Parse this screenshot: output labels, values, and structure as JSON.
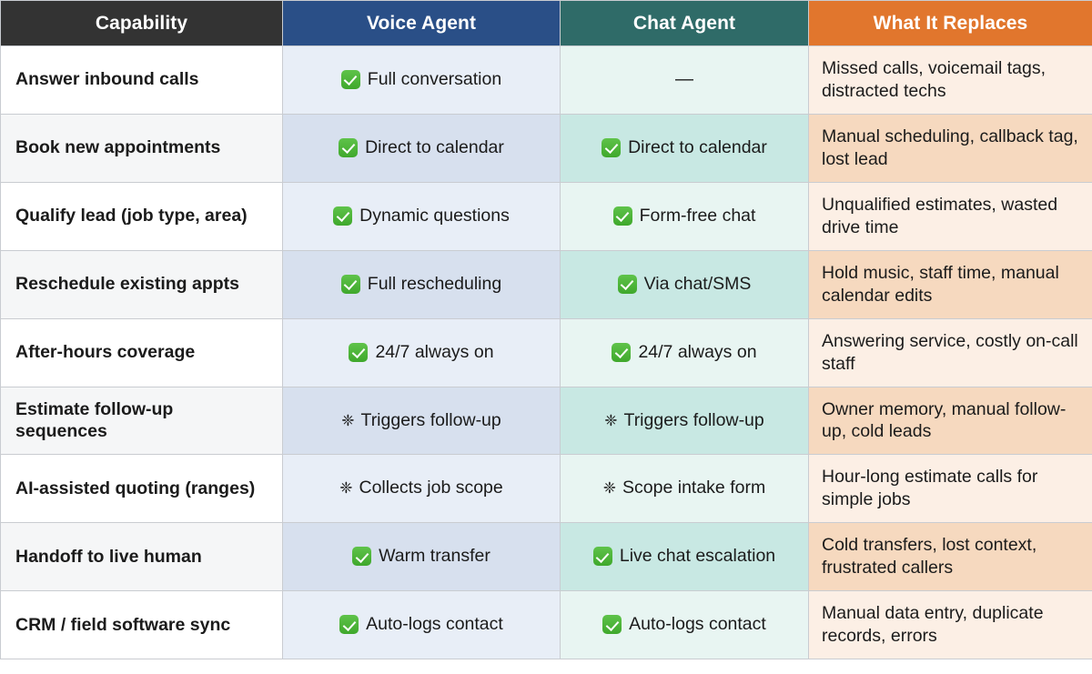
{
  "table": {
    "columns": [
      {
        "key": "capability",
        "label": "Capability",
        "header_bg": "#333333"
      },
      {
        "key": "voice",
        "label": "Voice Agent",
        "header_bg": "#2a4f87"
      },
      {
        "key": "chat",
        "label": "Chat Agent",
        "header_bg": "#2f6b68"
      },
      {
        "key": "replaces",
        "label": "What It Replaces",
        "header_bg": "#e1762d"
      }
    ],
    "rows": [
      {
        "capability": "Answer inbound calls",
        "voice_icon": "check-icon",
        "voice": "Full conversation",
        "chat_icon": "em-dash-icon",
        "chat": "—",
        "replaces": "Missed calls, voicemail tags, distracted techs"
      },
      {
        "capability": "Book new appointments",
        "voice_icon": "check-icon",
        "voice": "Direct to calendar",
        "chat_icon": "check-icon",
        "chat": "Direct to calendar",
        "replaces": "Manual scheduling, callback tag, lost lead"
      },
      {
        "capability": "Qualify lead (job type, area)",
        "voice_icon": "check-icon",
        "voice": "Dynamic questions",
        "chat_icon": "check-icon",
        "chat": "Form-free chat",
        "replaces": "Unqualified estimates, wasted drive time"
      },
      {
        "capability": "Reschedule existing appts",
        "voice_icon": "check-icon",
        "voice": "Full rescheduling",
        "chat_icon": "check-icon",
        "chat": "Via chat/SMS",
        "replaces": "Hold music, staff time, manual calendar edits"
      },
      {
        "capability": "After-hours coverage",
        "voice_icon": "check-icon",
        "voice": "24/7 always on",
        "chat_icon": "check-icon",
        "chat": "24/7 always on",
        "replaces": "Answering service, costly on-call staff"
      },
      {
        "capability": "Estimate follow-up sequences",
        "voice_icon": "sparkle-icon",
        "voice": "Triggers follow-up",
        "chat_icon": "sparkle-icon",
        "chat": "Triggers follow-up",
        "replaces": "Owner memory, manual follow-up, cold leads"
      },
      {
        "capability": "AI-assisted quoting (ranges)",
        "voice_icon": "sparkle-icon",
        "voice": "Collects job scope",
        "chat_icon": "sparkle-icon",
        "chat": "Scope intake form",
        "replaces": "Hour-long estimate calls for simple jobs"
      },
      {
        "capability": "Handoff to live human",
        "voice_icon": "check-icon",
        "voice": "Warm transfer",
        "chat_icon": "check-icon",
        "chat": "Live chat escalation",
        "replaces": "Cold transfers, lost context, frustrated callers"
      },
      {
        "capability": "CRM / field software sync",
        "voice_icon": "check-icon",
        "voice": "Auto-logs contact",
        "chat_icon": "check-icon",
        "chat": "Auto-logs contact",
        "replaces": "Manual data entry, duplicate records, errors"
      }
    ]
  },
  "icons": {
    "check-icon": "✅",
    "sparkle-icon": "❈",
    "em-dash-icon": "—"
  }
}
